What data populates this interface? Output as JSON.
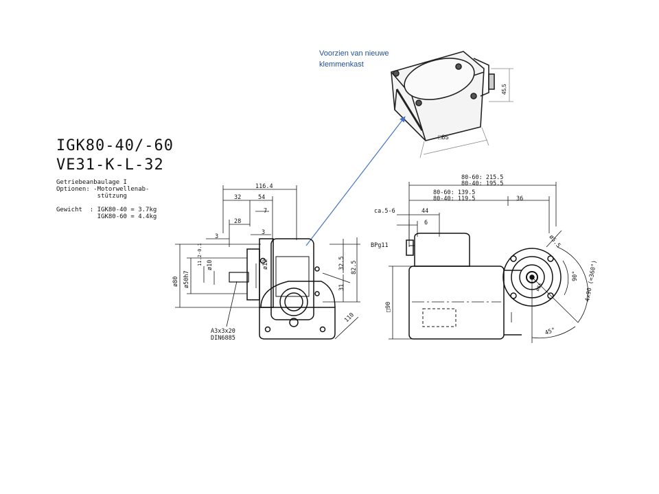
{
  "annotation": {
    "note_line1": "Voorzien van nieuwe",
    "note_line2": "klemmenkast",
    "box_height": "45,5",
    "box_width": "□85",
    "arrow_color": "#4472c4"
  },
  "title": {
    "line1": "IGK80-40/-60",
    "line2": "VE31-K-L-32"
  },
  "specs": {
    "line1": "Getriebeanbaulage I",
    "line2": "Optionen: -Motorwellenab-",
    "line3": "           stützung",
    "weight_label": "Gewicht  : IGK80-40 = 3.7kg",
    "weight_60": "           IGK80-60 = 4.4kg"
  },
  "left_view_dims": {
    "d_116_4": "116.4",
    "d_32": "32",
    "d_54": "54",
    "d_7": "7",
    "d_28": "28",
    "d_3a": "3",
    "d_3b": "3",
    "d_80": "ø80",
    "d_50": "ø50h7",
    "d_11_2": "11.2-0.1",
    "d_10": "ø10",
    "d_12": "ø12",
    "d_32_5": "32.5",
    "d_82_5": "82.5",
    "d_31": "31",
    "d_110": "110",
    "key_1": "A3x3x20",
    "key_2": "DIN6885"
  },
  "right_view_dims": {
    "r_80_60_a": "80-60:  215.5",
    "r_80_40_a": "80-40:  195.5",
    "r_80_60_b": "80-60:  139.5",
    "r_80_40_b": "80-40:  119.5",
    "r_36": "36",
    "r_ca": "ca.5-6",
    "r_44": "44",
    "r_6": "6",
    "r_bpg": "BPg11",
    "r_90": "□90",
    "r_5_5": "ø5.5",
    "r_65": "ø65",
    "r_90deg": "90°",
    "r_4x90": "4x90 (=360°)",
    "r_45": "45°"
  }
}
